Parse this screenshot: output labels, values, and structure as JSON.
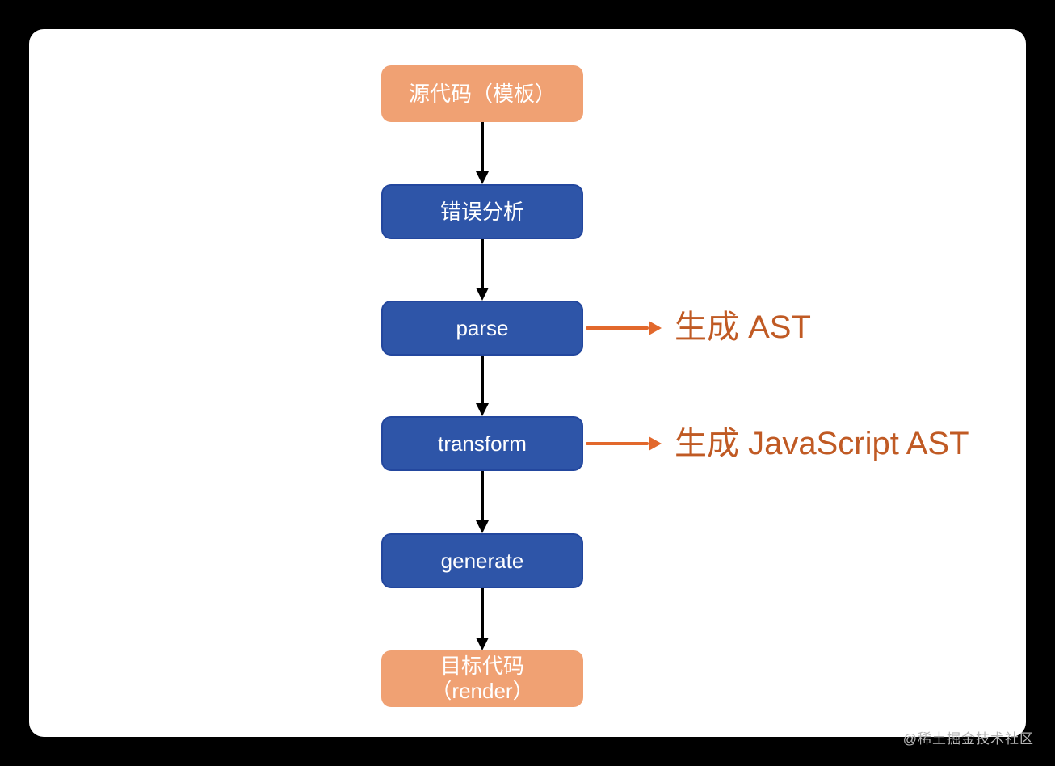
{
  "page": {
    "background_color": "#000000",
    "card_color": "#ffffff"
  },
  "colors": {
    "process_box_fill": "#2e55a8",
    "process_box_border": "#23479e",
    "terminal_box_fill": "#f0a173",
    "box_text": "#ffffff",
    "flow_arrow": "#000000",
    "side_arrow": "#e2682c",
    "annotation_text": "#c05a24",
    "watermark_text": "#b5b5b5"
  },
  "flow": {
    "steps": [
      {
        "label": "源代码（模板）",
        "type": "terminal"
      },
      {
        "label": "错误分析",
        "type": "process"
      },
      {
        "label": "parse",
        "type": "process",
        "annotation": "生成 AST"
      },
      {
        "label": "transform",
        "type": "process",
        "annotation": "生成 JavaScript AST"
      },
      {
        "label": "generate",
        "type": "process"
      },
      {
        "label": "目标代码\n（render）",
        "type": "terminal"
      }
    ]
  },
  "watermark": {
    "text": "@稀土掘金技术社区"
  }
}
